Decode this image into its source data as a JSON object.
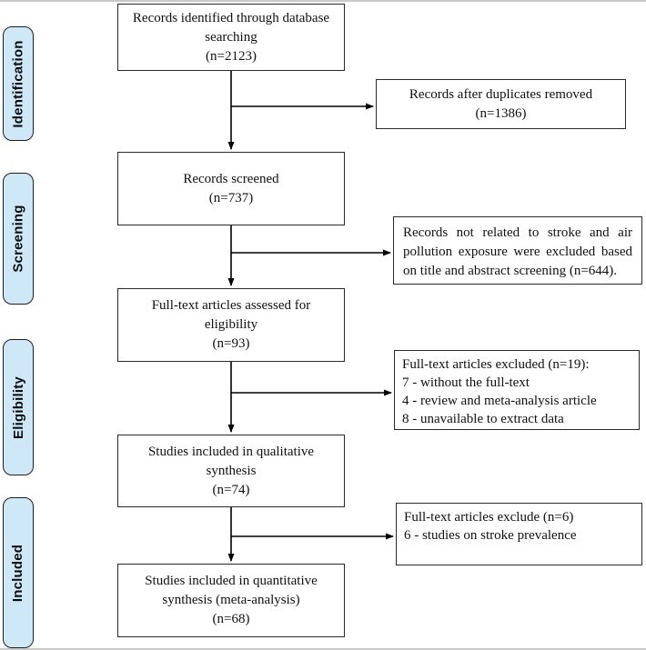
{
  "diagram": {
    "title_semantic": "PRISMA flow diagram of study selection",
    "stages": [
      "Identification",
      "Screening",
      "Eligibility",
      "Included"
    ],
    "main_flow": [
      {
        "text": "Records identified through database\nsearching\n(n=2123)"
      },
      {
        "text": "Records screened\n(n=737)"
      },
      {
        "text": "Full-text articles assessed for\neligibility\n(n=93)"
      },
      {
        "text": "Studies included in qualitative\nsynthesis\n(n=74)"
      },
      {
        "text": "Studies included in quantitative\nsynthesis (meta-analysis)\n(n=68)"
      }
    ],
    "side_flow": [
      {
        "text": "Records after duplicates removed\n(n=1386)"
      },
      {
        "text": "Records not related to stroke and air pollution exposure were excluded based on title and abstract screening (n=644)."
      },
      {
        "text": "Full-text articles excluded (n=19):\n7 - without the full-text\n4 - review and meta-analysis article\n8 - unavailable to extract data"
      },
      {
        "text": "Full-text articles exclude (n=6)\n6 - studies on stroke prevalence"
      }
    ],
    "colors": {
      "stage_fill": "#cfe8f8",
      "box_border": "#2a2a2a",
      "arrow": "#000000"
    }
  }
}
